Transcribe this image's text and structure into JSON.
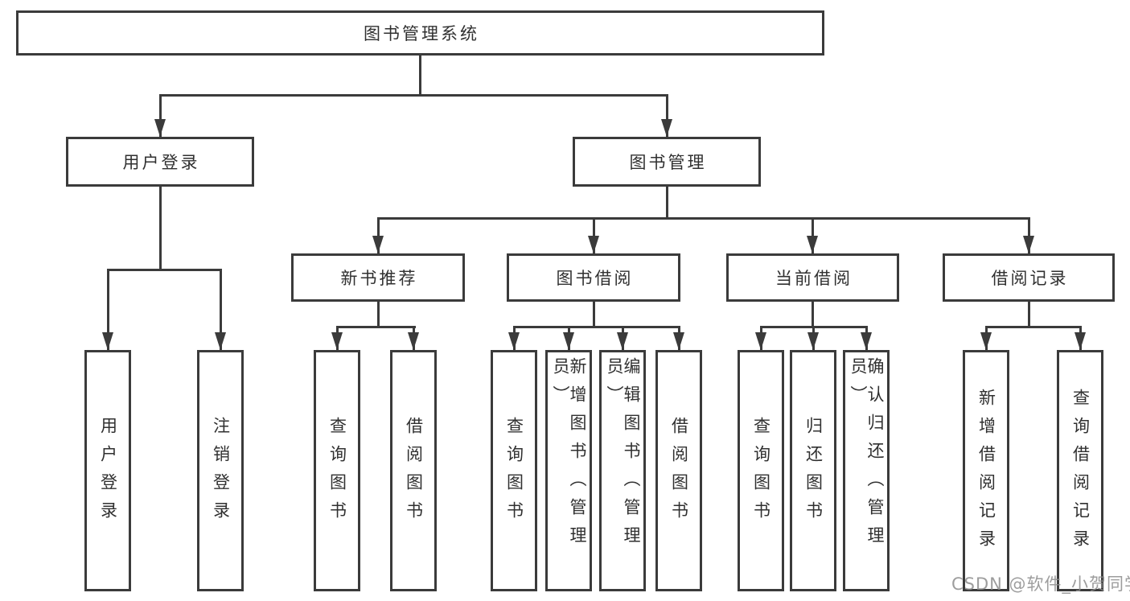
{
  "diagram": {
    "title": "图书管理系统",
    "level2": [
      {
        "label": "用户登录"
      },
      {
        "label": "图书管理"
      }
    ],
    "level3": [
      {
        "label": "新书推荐",
        "parent": "图书管理"
      },
      {
        "label": "图书借阅",
        "parent": "图书管理"
      },
      {
        "label": "当前借阅",
        "parent": "图书管理"
      },
      {
        "label": "借阅记录",
        "parent": "图书管理"
      }
    ],
    "leaves": [
      {
        "label": "用户登录",
        "parent": "用户登录"
      },
      {
        "label": "注销登录",
        "parent": "用户登录"
      },
      {
        "label": "查询图书",
        "parent": "新书推荐"
      },
      {
        "label": "借阅图书",
        "parent": "新书推荐"
      },
      {
        "label": "查询图书",
        "parent": "图书借阅"
      },
      {
        "label": "新增图书（管理员）",
        "parent": "图书借阅"
      },
      {
        "label": "编辑图书（管理员）",
        "parent": "图书借阅"
      },
      {
        "label": "借阅图书",
        "parent": "图书借阅"
      },
      {
        "label": "查询图书",
        "parent": "当前借阅"
      },
      {
        "label": "归还图书",
        "parent": "当前借阅"
      },
      {
        "label": "确认归还（管理员）",
        "parent": "当前借阅"
      },
      {
        "label": "新增借阅记录",
        "parent": "借阅记录"
      },
      {
        "label": "查询借阅记录",
        "parent": "借阅记录"
      }
    ]
  },
  "watermark": {
    "text": "CSDN @软件_小贺同学"
  },
  "colors": {
    "line": "#3b3b3b",
    "box_border": "#3b3b3b",
    "text": "#303030",
    "watermark": "#8c8c8c",
    "background": "#ffffff"
  }
}
